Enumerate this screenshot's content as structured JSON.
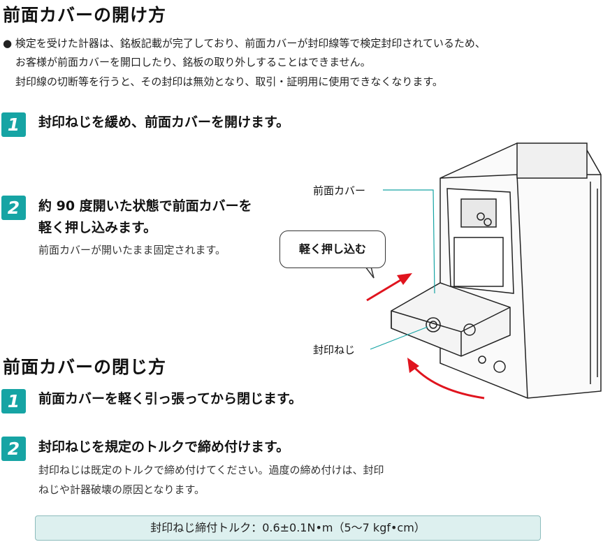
{
  "open_section": {
    "title": "前面カバーの開け方",
    "notice_lines": [
      "● 検定を受けた計器は、銘板記載が完了しており、前面カバーが封印線等で検定封印されているため、",
      "お客様が前面カバーを開口したり、銘板の取り外しすることはできません。",
      "封印線の切断等を行うと、その封印は無効となり、取引・証明用に使用できなくなります。"
    ],
    "steps": [
      {
        "number": "1",
        "text": "封印ねじを緩め、前面カバーを開けます。"
      },
      {
        "number": "2",
        "lines": [
          "約 90 度開いた状態で前面カバーを",
          "軽く押し込みます。"
        ],
        "note": "前面カバーが開いたまま固定されます。"
      }
    ]
  },
  "illustration": {
    "label_cover": "前面カバー",
    "label_screw": "封印ねじ",
    "balloon": "軽く押し込む",
    "arrow_color": "#e0141e",
    "leader_color": "#16a4a4"
  },
  "close_section": {
    "title": "前面カバーの閉じ方",
    "steps": [
      {
        "number": "1",
        "text": "前面カバーを軽く引っ張ってから閉じます。"
      },
      {
        "number": "2",
        "text": "封印ねじを規定のトルクで締め付けます。",
        "note_lines": [
          "封印ねじは既定のトルクで締め付けてください。過度の締め付けは、封印",
          "ねじや計器破壊の原因となります。"
        ]
      }
    ],
    "torque_spec": "封印ねじ締付トルク：0.6±0.1N•m（5～7 kgf•cm）"
  }
}
